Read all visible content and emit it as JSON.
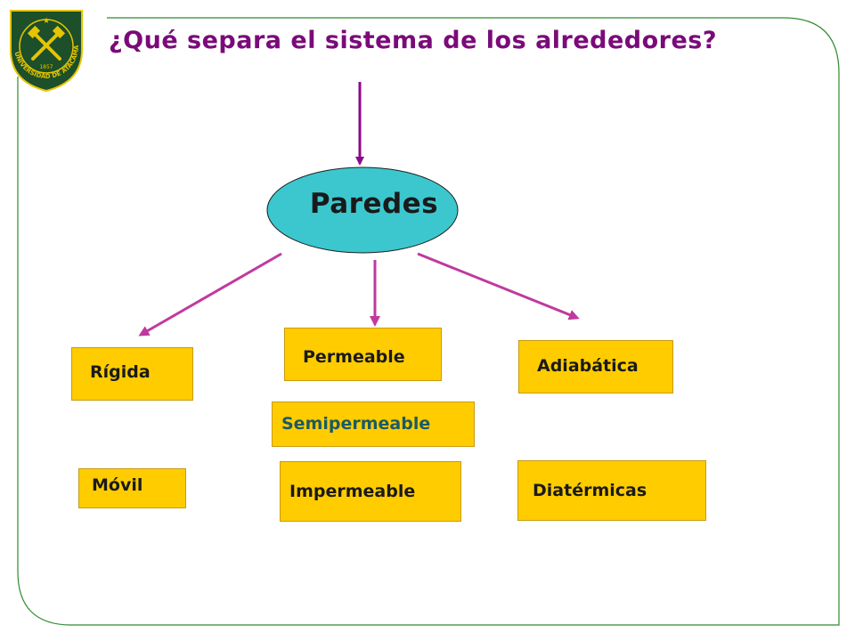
{
  "title": "¿Qué separa el sistema de los alrededores?",
  "center": {
    "label": "Paredes"
  },
  "boxes": {
    "rigida": "Rígida",
    "movil": "Móvil",
    "permeable": "Permeable",
    "semipermeable": "Semipermeable",
    "impermeable": "Impermeable",
    "adiabatica": "Adiabática",
    "diatermicas": "Diatérmicas"
  },
  "logo": {
    "ring_text": "UNIVERSIDAD DE ATACAMA",
    "year": "1857"
  },
  "colors": {
    "frame": "#2e8b2e",
    "title": "#7a0a7a",
    "ellipse_fill": "#3cc7cf",
    "box_fill": "#ffcc00",
    "arrow_top": "#8a0a8a",
    "arrow_branch": "#c03a9e"
  }
}
